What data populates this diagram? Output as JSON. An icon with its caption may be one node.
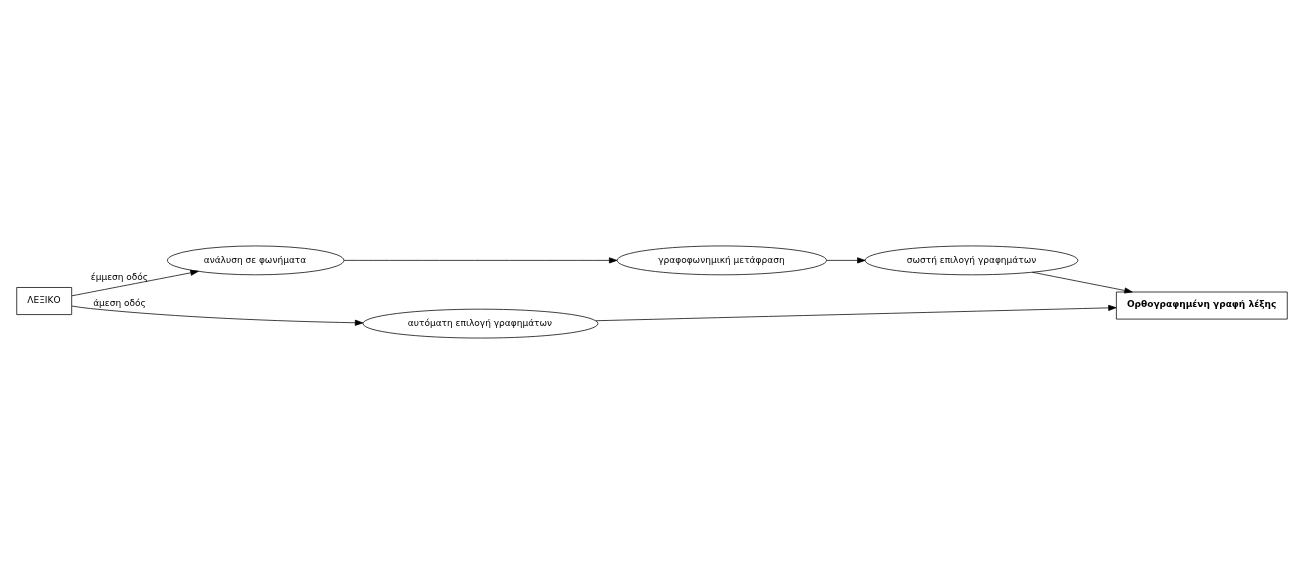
{
  "diagram": {
    "nodes": [
      {
        "text": [
          "ΛΕΞΙΚΟ"
        ]
      },
      {
        "text": [
          "ανάλυση σε φωνήματα"
        ]
      },
      {
        "text": [
          "γραφοφωνημική μετάφραση"
        ]
      },
      {
        "text": [
          "σωστή επιλογή γραφημάτων"
        ]
      },
      {
        "text": [
          "Ορθογραφημένη γραφή λέξης"
        ]
      },
      {
        "text": [
          "αυτόματη επιλογή γραφημάτων"
        ]
      }
    ],
    "edges": [
      {
        "from": 0,
        "to": 1,
        "arrow": "to",
        "label": "έμμεση οδός"
      },
      {
        "from": 0,
        "to": 5,
        "arrow": "to",
        "label": "άμεση οδός"
      },
      {
        "from": 1,
        "to": 2,
        "arrow": "to"
      },
      {
        "from": 2,
        "to": 3,
        "arrow": "to"
      },
      {
        "from": 3,
        "to": 4,
        "arrow": "to"
      },
      {
        "from": 5,
        "to": 4,
        "arrow": "to"
      }
    ]
  }
}
